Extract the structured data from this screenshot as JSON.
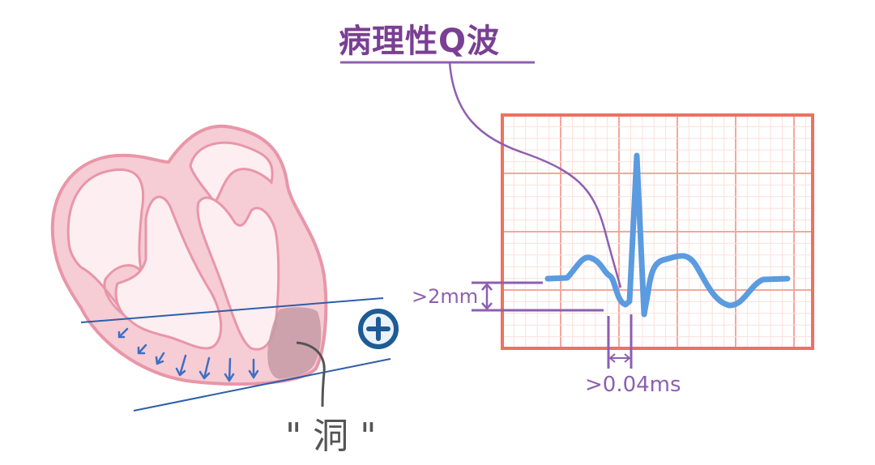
{
  "title": "病理性Q波",
  "labels": {
    "q_depth": ">2mm",
    "q_width": ">0.04ms",
    "hole": "\" 洞 \""
  },
  "colors": {
    "title": "#7a3f93",
    "annotation": "#8e5fb0",
    "heart": "#f4c5cf",
    "heart_outline": "#e896a8",
    "ecg_trace": "#5b9be0",
    "grid_major": "#f07060",
    "grid_minor": "#f8c8c0",
    "infarct": "#c79aa6",
    "electrode": "#1e5b94"
  },
  "icons": [
    "positive-electrode-icon",
    "depolarization-arrow-icon"
  ]
}
